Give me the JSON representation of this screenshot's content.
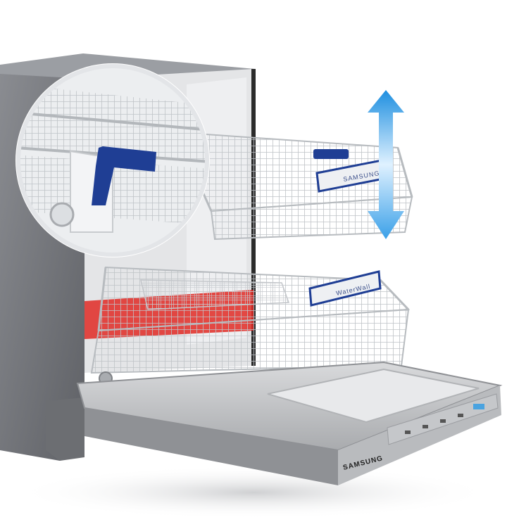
{
  "labels": {
    "upper_rack_handle": "SAMSUNG",
    "lower_rack_handle": "WaterWall",
    "door_panel_brand": "SAMSUNG"
  },
  "colors": {
    "rack_handle_blue": "#1f3e94",
    "height_arrow_top": "#1e8fe0",
    "height_arrow_bottom": "#3aa0e8",
    "waterwall_red": "#e02a24",
    "stainless_steel": "#7d7f84"
  },
  "icons": {
    "height_adjust": "arrow-up-down-icon",
    "zoom_inset": "magnifier-circle"
  }
}
